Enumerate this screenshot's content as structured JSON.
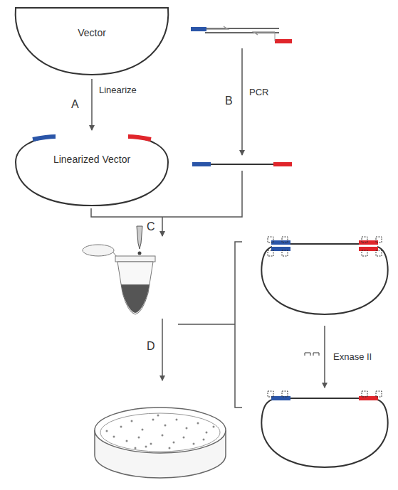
{
  "diagram": {
    "nodes": [
      {
        "text": [
          "Vector"
        ]
      },
      {
        "text": [
          "Linearized Vector"
        ]
      }
    ],
    "edges": [
      {
        "from": 0,
        "to": 1,
        "arrow": "to",
        "label": "Linearize"
      }
    ],
    "labels": [
      "A",
      "B",
      "PCR",
      "C",
      "D",
      "Exnase II"
    ]
  }
}
